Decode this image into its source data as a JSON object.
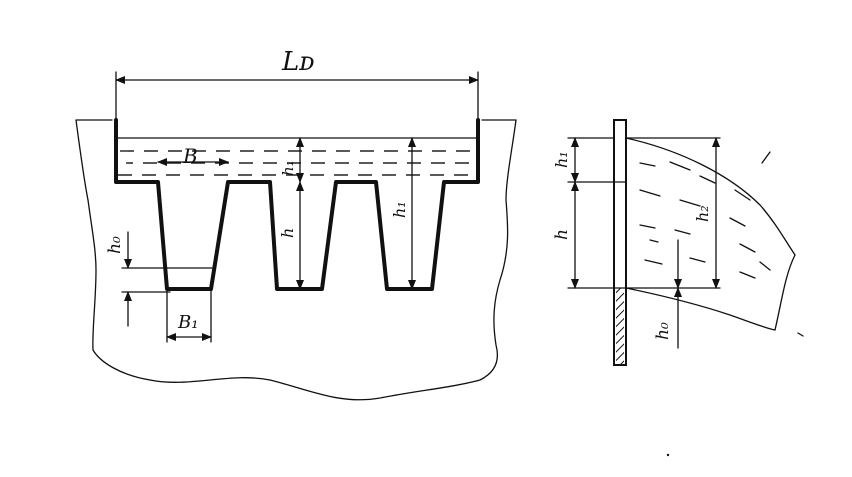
{
  "labels": {
    "L": "Lᴅ",
    "B": "B",
    "B1": "B₁",
    "h0_left": "h₀",
    "h1_small_left": "h₁",
    "h_left": "h",
    "h1_left": "h₁",
    "h1_right": "h₁",
    "h_right": "h",
    "h0_right": "h₀",
    "h2_right": "h₂"
  }
}
